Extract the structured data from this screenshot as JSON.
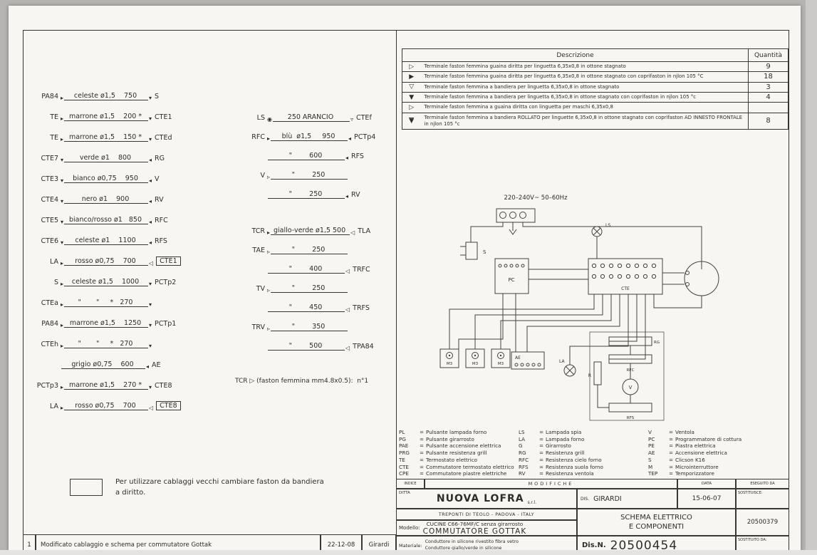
{
  "parts_table": {
    "header_desc": "Descrizione",
    "header_qty": "Quantità",
    "rows": [
      {
        "icon": "▷",
        "desc": "Terminale faston femmina guaina diritta per linguetta 6,35x0,8 in ottone stagnato",
        "qty": "9"
      },
      {
        "icon": "▶",
        "desc": "Terminale faston femmina guaina diritta per linguetta 6,35x0,8 in ottone stagnato con coprifaston in njlon 105 °C",
        "qty": "18"
      },
      {
        "icon": "▽",
        "desc": "Terminale faston femmina a bandiera per linguetta 6,35x0,8 in ottone stagnato",
        "qty": "3"
      },
      {
        "icon": "▼",
        "desc": "Terminale faston femmina a bandiera per linguetta 6,35x0,8 in ottone stagnato con coprifaston in njlon 105 °c",
        "qty": "4"
      },
      {
        "icon": "▷",
        "desc": "Terminale faston femmina a guaina diritta con linguetta per maschi 6,35x0,8",
        "qty": ""
      },
      {
        "icon": "▼",
        "icls": "bar",
        "desc": "Terminale faston femmina a bandiera ROLLATO per linguette 6,35x0,8 in ottone stagnato con coprifaston AD INNESTO FRONTALE in njlon 105 °c",
        "qty": "8"
      }
    ]
  },
  "wires_left": [
    {
      "l": "PA84",
      "la": "▸",
      "t": "celeste ø1,5    750",
      "ra": "▾",
      "r": "S"
    },
    {
      "l": "TE",
      "la": "▸",
      "t": "marrone ø1,5    200 *",
      "ra": "▾",
      "r": "CTE1"
    },
    {
      "l": "TE",
      "la": "▸",
      "t": "marrone ø1,5    150 *",
      "ra": "▾",
      "r": "CTEd"
    },
    {
      "l": "CTE7",
      "la": "▾",
      "t": "verde ø1    800",
      "ra": "◂",
      "r": "RG"
    },
    {
      "l": "CTE3",
      "la": "▾",
      "t": "bianco ø0,75    950",
      "ra": "◂",
      "r": "V"
    },
    {
      "l": "CTE4",
      "la": "▾",
      "t": "nero ø1    900",
      "ra": "◂",
      "r": "RV"
    },
    {
      "l": "CTE5",
      "la": "▾",
      "t": "bianco/rosso ø1   850",
      "ra": "◂",
      "r": "RFC"
    },
    {
      "l": "CTE6",
      "la": "▾",
      "t": "celeste ø1    1100",
      "ra": "◂",
      "r": "RFS"
    },
    {
      "l": "LA",
      "la": "▸",
      "t": "rosso ø0,75    700",
      "ra": "◁",
      "r": "CTE1",
      "rcls": "boxed"
    },
    {
      "l": "S",
      "la": "▸",
      "t": "celeste ø1,5    1000",
      "ra": "▾",
      "r": "PCTp2"
    },
    {
      "l": "CTEa",
      "la": "▸",
      "t": "\"       \"     *   270",
      "ra": "▾",
      "r": ""
    },
    {
      "l": "PA84",
      "la": "▸",
      "t": "marrone ø1,5    1250",
      "ra": "▾",
      "r": "PCTp1"
    },
    {
      "l": "CTEh",
      "la": "▸",
      "t": "\"       \"     *   270",
      "ra": "▾",
      "r": ""
    },
    {
      "l": "",
      "la": "",
      "t": "grigio ø0,75    600",
      "ra": "◂",
      "r": "AE"
    },
    {
      "l": "PCTp3",
      "la": "▸",
      "t": "marrone ø1,5    270 *",
      "ra": "▾",
      "r": "CTE8"
    },
    {
      "l": "LA",
      "la": "▸",
      "t": "rosso ø0,75    700",
      "ra": "◁",
      "r": "CTE8",
      "rcls": "boxed"
    }
  ],
  "wires_mid": [
    {
      "l": "LS",
      "la": "◉",
      "t": "250 ARANCIO",
      "ra": "▿",
      "r": "CTEf"
    },
    {
      "l": "RFC",
      "la": "▸",
      "t": "blù  ø1,5     950",
      "ra": "◂",
      "r": "PCTp4"
    },
    {
      "l": "",
      "la": "",
      "t": "\"        600",
      "ra": "◂",
      "r": "RFS"
    },
    {
      "l": "V",
      "la": "▹",
      "t": "\"        250",
      "ra": "",
      "r": ""
    },
    {
      "l": "",
      "la": "",
      "t": "\"        250",
      "ra": "◂",
      "r": "RV"
    },
    {
      "l": "TCR",
      "la": "▸",
      "t": "giallo-verde ø1,5 500",
      "ra": "◁",
      "r": "TLA",
      "cls": "gap"
    },
    {
      "l": "TAE",
      "la": "▹",
      "t": "\"        250",
      "ra": "",
      "r": ""
    },
    {
      "l": "",
      "la": "",
      "t": "\"        400",
      "ra": "◁",
      "r": "TRFC"
    },
    {
      "l": "TV",
      "la": "▹",
      "t": "\"        250",
      "ra": "",
      "r": ""
    },
    {
      "l": "",
      "la": "",
      "t": "\"        450",
      "ra": "◁",
      "r": "TRFS"
    },
    {
      "l": "TRV",
      "la": "▹",
      "t": "\"        350",
      "ra": "",
      "r": ""
    },
    {
      "l": "",
      "la": "",
      "t": "\"        500",
      "ra": "◁",
      "r": "TPA84"
    }
  ],
  "tcr_note": "TCR ▷ (faston femmina mm4.8x0.5):  n°1",
  "diagram": {
    "voltage": "220–240V~ 50–60Hz",
    "labels": {
      "ls": "LS",
      "s": "S",
      "pc": "PC",
      "cte": "CTE",
      "m3": "M3",
      "ae": "AE",
      "la": "LA",
      "rg": "RG",
      "rfc": "RFC",
      "v": "V",
      "rfs": "RFS",
      "r": "R"
    }
  },
  "legend": {
    "sep": "=",
    "col1": [
      {
        "k": "PL",
        "v": "Pulsante lampada forno"
      },
      {
        "k": "PG",
        "v": "Pulsante girarrosto"
      },
      {
        "k": "PAE",
        "v": "Pulsante accensione elettrica"
      },
      {
        "k": "PRG",
        "v": "Pulsante resistenza grill"
      },
      {
        "k": "TE",
        "v": "Termostato elettrico"
      },
      {
        "k": "CTE",
        "v": "Commutatore termostato elettrico"
      },
      {
        "k": "CPE",
        "v": "Commutatore piastre elettriche"
      }
    ],
    "col2": [
      {
        "k": "LS",
        "v": "Lampada spia"
      },
      {
        "k": "LA",
        "v": "Lampada forno"
      },
      {
        "k": "G",
        "v": "Girarrosto"
      },
      {
        "k": "RG",
        "v": "Resistenza grill"
      },
      {
        "k": "RFC",
        "v": "Resistenza cielo forno"
      },
      {
        "k": "RFS",
        "v": "Resistenza suola forno"
      },
      {
        "k": "RV",
        "v": "Resistenza ventola"
      }
    ],
    "col3": [
      {
        "k": "V",
        "v": "Ventola"
      },
      {
        "k": "PC",
        "v": "Programmatore di cottura"
      },
      {
        "k": "PE",
        "v": "Piastra elettrica"
      },
      {
        "k": "AE",
        "v": "Accensione elettrica"
      },
      {
        "k": "S",
        "v": "Clicson K16"
      },
      {
        "k": "M",
        "v": "Microinterruttore"
      },
      {
        "k": "TEP",
        "v": "Temporizzatore"
      }
    ]
  },
  "note": {
    "text": "Per utilizzare cablaggi vecchi cambiare faston da bandiera a diritto."
  },
  "revision": {
    "num": "1",
    "text": "Modificato cablaggio e schema per commutatore Gottak",
    "date": "22-12-08",
    "by": "Girardi"
  },
  "titleblock": {
    "indice_label": "INDICE",
    "modifiche": "MODIFICHE",
    "data_label": "DATA",
    "eseguito_label": "ESEGUITO DA",
    "ditta_label": "DITTA",
    "company": "NUOVA LOFRA",
    "srl": "s.r.l.",
    "address": "TREPONTI DI TEOLO   -   PADOVA   -   ITALY",
    "dis_label": "DIS.",
    "dis_value": "GIRARDI",
    "date_value": "15-06-07",
    "sostituisce_label": "SOSTITUISCE:",
    "sostituisce_value": "20500379",
    "title_1": "SCHEMA ELETTRICO",
    "title_2": "E COMPONENTI",
    "modello_label": "Modello:",
    "modello_1": "CUCINE C66-76MF/C senza girarrosto",
    "modello_2": "COMMUTATORE GOTTAK",
    "materiale_label": "Materiale:",
    "materiale_1": "Conduttore in silicone rivestito fibra vetro",
    "materiale_2": "Conduttore giallo/verde in silicone",
    "disn_label": "Dis.N.",
    "disn_value": "20500454",
    "sostituito_label": "SOSTITUITO DA:"
  }
}
